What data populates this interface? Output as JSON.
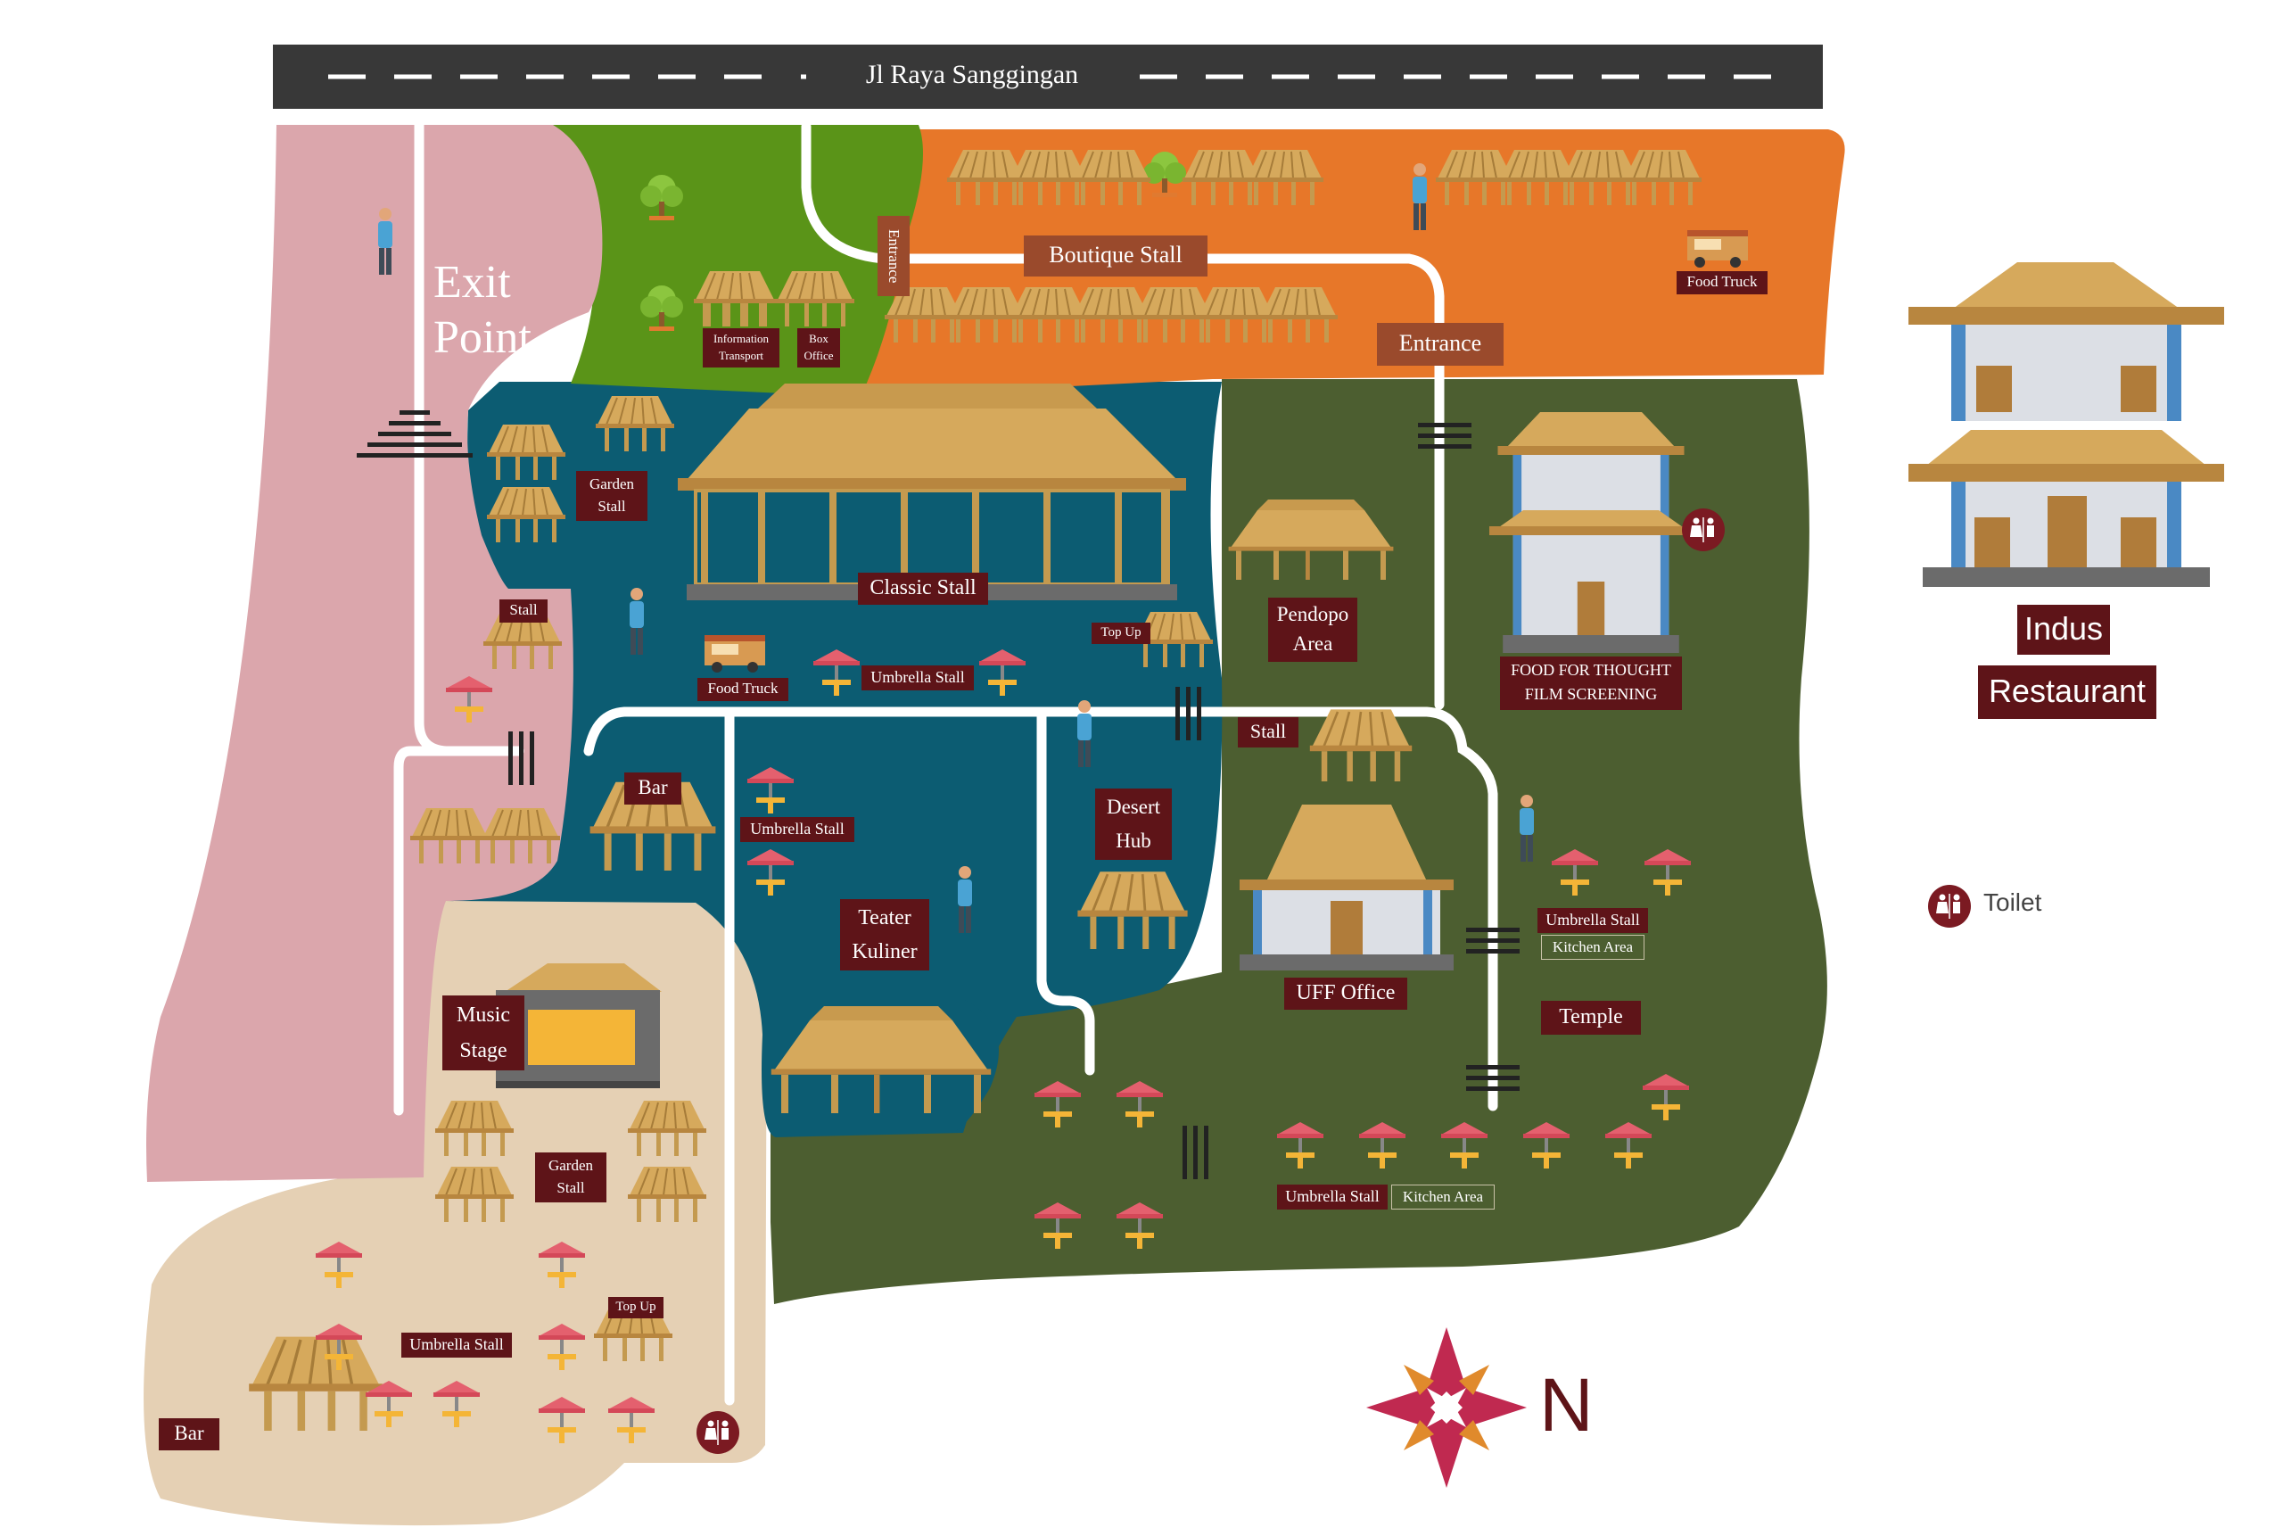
{
  "road": {
    "name": "Jl Raya Sanggingan"
  },
  "exit": {
    "line1": "Exit",
    "line2": "Point"
  },
  "labels": {
    "entrance_vertical": "Entrance",
    "boutique_stall": "Boutique Stall",
    "entrance_main": "Entrance",
    "food_truck_top": "Food Truck",
    "information": "Information",
    "transport": "Transport",
    "box": "Box",
    "office": "Office",
    "garden_stall_1a": "Garden",
    "garden_stall_1b": "Stall",
    "stall_left": "Stall",
    "classic_stall": "Classic Stall",
    "food_truck_mid": "Food Truck",
    "umbrella_stall_1": "Umbrella Stall",
    "top_up_1": "Top Up",
    "pendopo_1": "Pendopo",
    "pendopo_2": "Area",
    "fft_1": "FOOD FOR THOUGHT",
    "fft_2": "FILM SCREENING",
    "stall_green": "Stall",
    "bar_mid": "Bar",
    "umbrella_stall_2": "Umbrella Stall",
    "desert_1": "Desert",
    "desert_2": "Hub",
    "teater_1": "Teater",
    "teater_2": "Kuliner",
    "uff_office": "UFF Office",
    "umbrella_stall_3": "Umbrella Stall",
    "kitchen_area_1": "Kitchen Area",
    "temple": "Temple",
    "music_1": "Music",
    "music_2": "Stage",
    "garden_stall_2a": "Garden",
    "garden_stall_2b": "Stall",
    "umbrella_stall_4": "Umbrella Stall",
    "kitchen_area_2": "Kitchen Area",
    "top_up_2": "Top Up",
    "umbrella_stall_5": "Umbrella Stall",
    "bar_bottom": "Bar",
    "indus_1": "Indus",
    "indus_2": "Restaurant"
  },
  "compass": {
    "letter": "N"
  },
  "legend": {
    "toilet": "Toilet"
  },
  "colors": {
    "road": "#383838",
    "pink_zone": "#dba6ac",
    "green_zone": "#5a9418",
    "orange_zone": "#e77729",
    "teal_zone": "#0c5c72",
    "olive_zone": "#4c5e30",
    "sand_zone": "#e5d0b4",
    "label_maroon": "#5e1418",
    "label_brown": "#9a4a2c",
    "compass_red": "#c02950",
    "compass_orange": "#e08a2c"
  }
}
